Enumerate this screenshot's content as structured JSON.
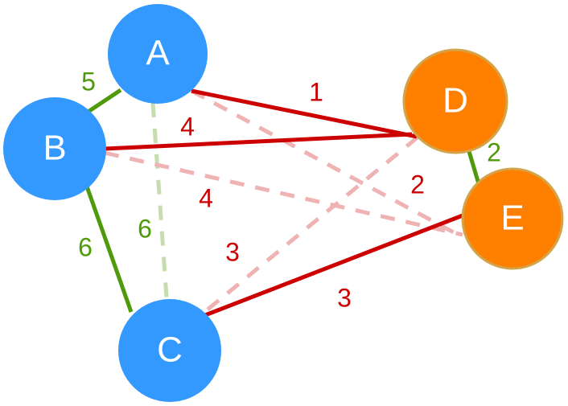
{
  "colors": {
    "blue_node": "#3399ff",
    "orange_node": "#ff7f00",
    "orange_stroke": "#d4a44a",
    "green": "#4f9a0a",
    "red": "#cc0000",
    "faint_green": "#c6ddb0",
    "faint_red": "#f0b3b3"
  },
  "nodes": [
    {
      "id": "A",
      "group": "blue"
    },
    {
      "id": "B",
      "group": "blue"
    },
    {
      "id": "C",
      "group": "blue"
    },
    {
      "id": "D",
      "group": "orange"
    },
    {
      "id": "E",
      "group": "orange"
    }
  ],
  "edges": [
    {
      "from": "A",
      "to": "B",
      "weight": "5",
      "style": "green-solid"
    },
    {
      "from": "B",
      "to": "C",
      "weight": "6",
      "style": "green-solid"
    },
    {
      "from": "A",
      "to": "C",
      "weight": "6",
      "style": "green-dashed"
    },
    {
      "from": "D",
      "to": "E",
      "weight": "2",
      "style": "green-solid"
    },
    {
      "from": "A",
      "to": "D",
      "weight": "1",
      "style": "red-solid"
    },
    {
      "from": "B",
      "to": "D",
      "weight": "4",
      "style": "red-solid"
    },
    {
      "from": "C",
      "to": "E",
      "weight": "3",
      "style": "red-solid"
    },
    {
      "from": "A",
      "to": "E",
      "weight": "2",
      "style": "red-dashed"
    },
    {
      "from": "B",
      "to": "E",
      "weight": "4",
      "style": "red-dashed"
    },
    {
      "from": "C",
      "to": "D",
      "weight": "3",
      "style": "red-dashed"
    }
  ]
}
